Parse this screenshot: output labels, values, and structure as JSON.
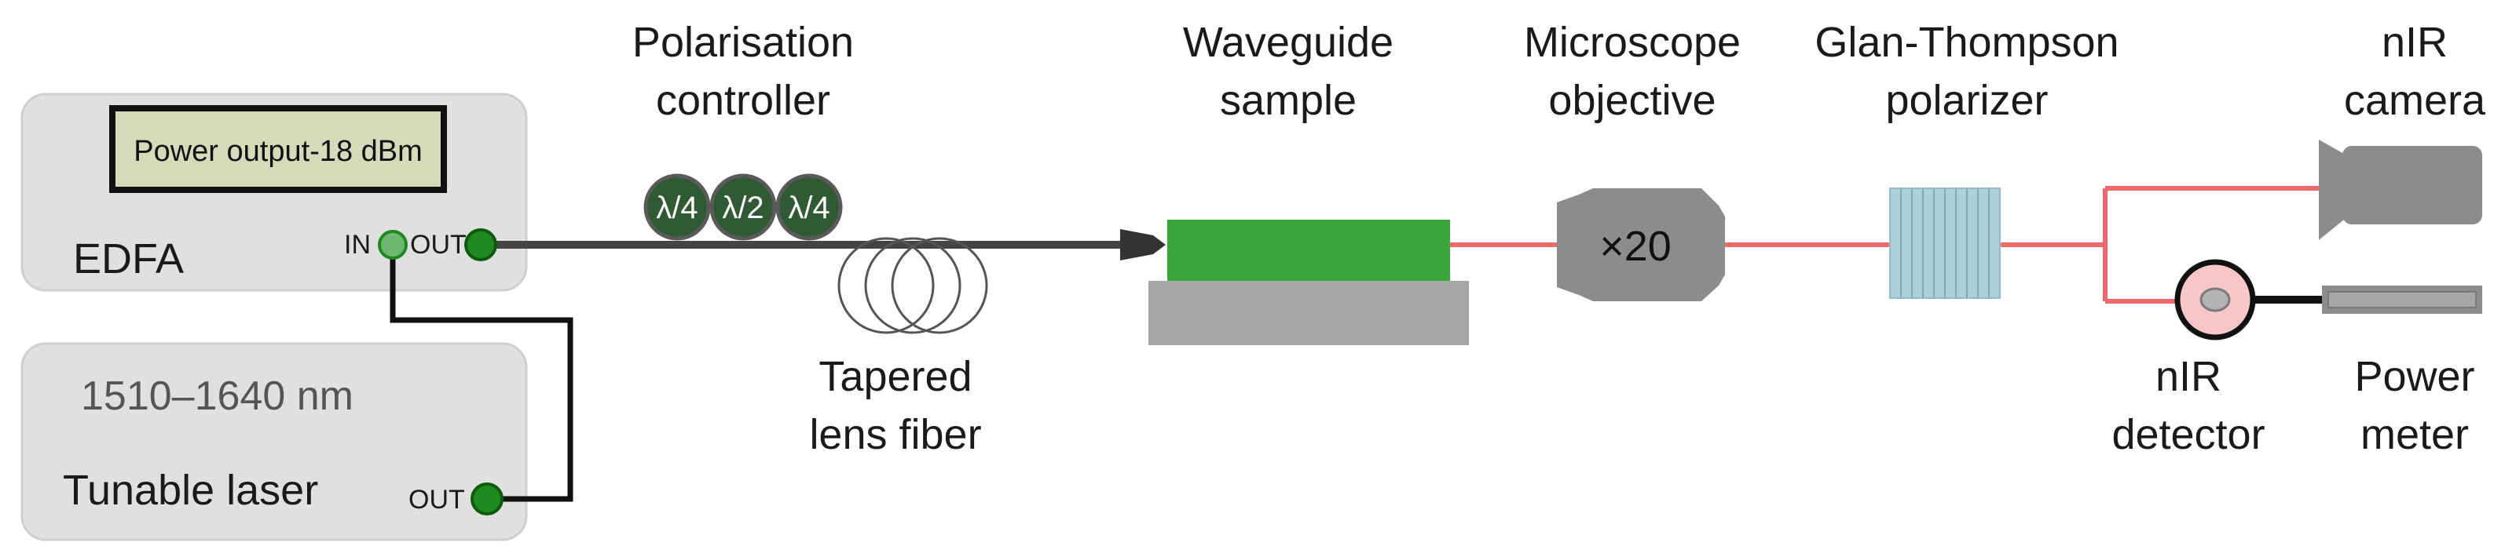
{
  "edfa": {
    "name": "EDFA",
    "display": "Power output-18 dBm",
    "port_in": "IN",
    "port_out": "OUT"
  },
  "laser": {
    "name": "Tunable laser",
    "range": "1510–1640 nm",
    "port_out": "OUT"
  },
  "polarisation_controller": {
    "label_line1": "Polarisation",
    "label_line2": "controller",
    "plates": [
      "λ/4",
      "λ/2",
      "λ/4"
    ]
  },
  "fiber": {
    "label_line1": "Tapered",
    "label_line2": "lens fiber"
  },
  "waveguide": {
    "label_line1": "Waveguide",
    "label_line2": "sample"
  },
  "objective": {
    "label_line1": "Microscope",
    "label_line2": "objective",
    "magnification": "×20"
  },
  "polarizer": {
    "label_line1": "Glan-Thompson",
    "label_line2": "polarizer"
  },
  "camera": {
    "label_line1": "nIR",
    "label_line2": "camera"
  },
  "detector": {
    "label_line1": "nIR",
    "label_line2": "detector"
  },
  "power_meter": {
    "label_line1": "Power",
    "label_line2": "meter"
  },
  "colors": {
    "instrument_box": "#e0e0e0",
    "display_screen": "#d6dab8",
    "port_green": "#1f8a1f",
    "plate_green": "#2f5a34",
    "waveguide_green": "#3aa53a",
    "substrate_gray": "#a6a6a6",
    "laser_beam": "#f06a6a",
    "polarizer_blue": "#a9cfd9",
    "detector_pink": "#f7c6c6"
  }
}
